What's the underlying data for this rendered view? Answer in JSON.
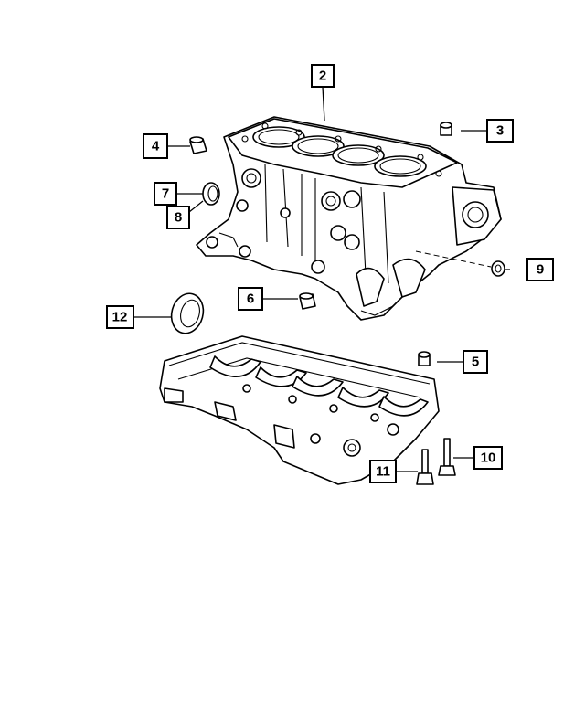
{
  "callouts": [
    {
      "id": "2",
      "label": "2"
    },
    {
      "id": "3",
      "label": "3"
    },
    {
      "id": "4",
      "label": "4"
    },
    {
      "id": "5",
      "label": "5"
    },
    {
      "id": "6",
      "label": "6"
    },
    {
      "id": "7",
      "label": "7"
    },
    {
      "id": "8",
      "label": "8"
    },
    {
      "id": "9",
      "label": "9"
    },
    {
      "id": "10",
      "label": "10"
    },
    {
      "id": "11",
      "label": "11"
    },
    {
      "id": "12",
      "label": "12"
    }
  ]
}
